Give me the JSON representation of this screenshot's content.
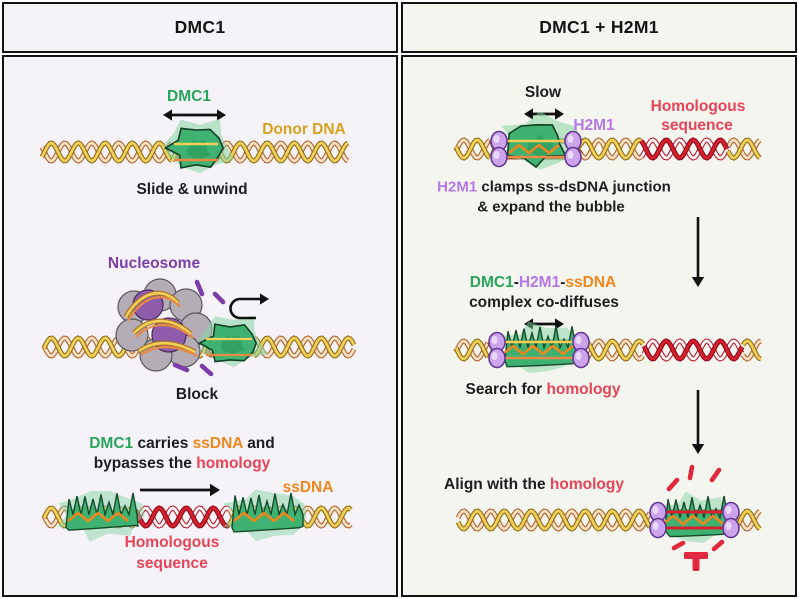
{
  "palette": {
    "green": "#29a45b",
    "gold": "#d7a11c",
    "orange": "#f0861e",
    "red": "#e84356",
    "purple_dark": "#7b3da8",
    "purple_light": "#b678e6",
    "black": "#1d1d1f",
    "strand_yellow": "#f2d058",
    "strand_orange": "#e78a45",
    "strand_red": "#d81f2e",
    "protein_green": "#3fb271",
    "protein_green_light": "#86d4a4",
    "clamp_purple": "#cda4ec",
    "nucleosome_gray": "#b5adb5",
    "nucleosome_purple": "#8f5cab",
    "bg_left": "#f6f3f8",
    "bg_right": "#f3f5ee"
  },
  "headers": {
    "left": "DMC1",
    "right": "DMC1 + H2M1"
  },
  "left_panel": {
    "dmc1_label": "DMC1",
    "donor_dna_label": "Donor DNA",
    "slide_caption": "Slide & unwind",
    "nucleosome_label": "Nucleosome",
    "block_caption": "Block",
    "carry_line1": [
      {
        "t": "DMC1",
        "c": "green"
      },
      {
        "t": " carries ",
        "c": "black"
      },
      {
        "t": "ssDNA",
        "c": "orange"
      },
      {
        "t": " and",
        "c": "black"
      }
    ],
    "carry_line2": [
      {
        "t": "bypasses the ",
        "c": "black"
      },
      {
        "t": "homology",
        "c": "red"
      }
    ],
    "ssdna_label": "ssDNA",
    "homologous_line1": "Homologous",
    "homologous_line2": "sequence"
  },
  "right_panel": {
    "slow_label": "Slow",
    "h2m1_label": "H2M1",
    "homologous_line1": "Homologous",
    "homologous_line2": "sequence",
    "clamp_line1": [
      {
        "t": "H2M1",
        "c": "purple_light"
      },
      {
        "t": " clamps ss-dsDNA junction",
        "c": "black"
      }
    ],
    "clamp_line2": "& expand the bubble",
    "complex_line1": [
      {
        "t": "DMC1",
        "c": "green"
      },
      {
        "t": "-",
        "c": "black"
      },
      {
        "t": "H2M1",
        "c": "purple_light"
      },
      {
        "t": "-",
        "c": "black"
      },
      {
        "t": "ssDNA",
        "c": "orange"
      }
    ],
    "complex_line2": "complex co-diffuses",
    "search_caption": [
      {
        "t": "Search for ",
        "c": "black"
      },
      {
        "t": "homology",
        "c": "red"
      }
    ],
    "align_caption": [
      {
        "t": "Align with the ",
        "c": "black"
      },
      {
        "t": "homology",
        "c": "red"
      }
    ]
  }
}
